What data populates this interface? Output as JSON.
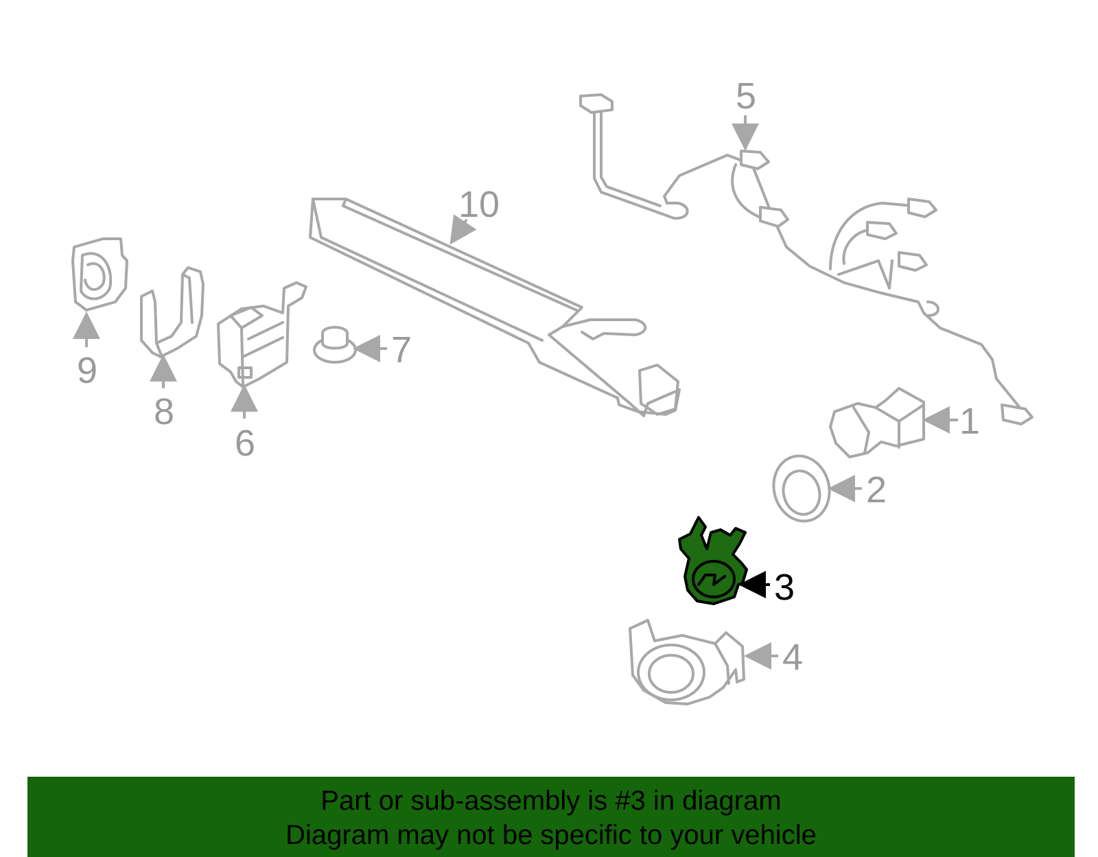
{
  "diagram": {
    "highlighted_part": "3",
    "colors": {
      "highlight": "#1e6b12",
      "banner": "#15660a",
      "part_outline": "#a8a8a8"
    },
    "callouts": [
      {
        "id": "1",
        "label": "1"
      },
      {
        "id": "2",
        "label": "2"
      },
      {
        "id": "3",
        "label": "3"
      },
      {
        "id": "4",
        "label": "4"
      },
      {
        "id": "5",
        "label": "5"
      },
      {
        "id": "6",
        "label": "6"
      },
      {
        "id": "7",
        "label": "7"
      },
      {
        "id": "8",
        "label": "8"
      },
      {
        "id": "9",
        "label": "9"
      },
      {
        "id": "10",
        "label": "10"
      }
    ]
  },
  "banner": {
    "line1": "Part or sub-assembly is #3 in diagram",
    "line2": "Diagram may not be specific to your vehicle"
  }
}
